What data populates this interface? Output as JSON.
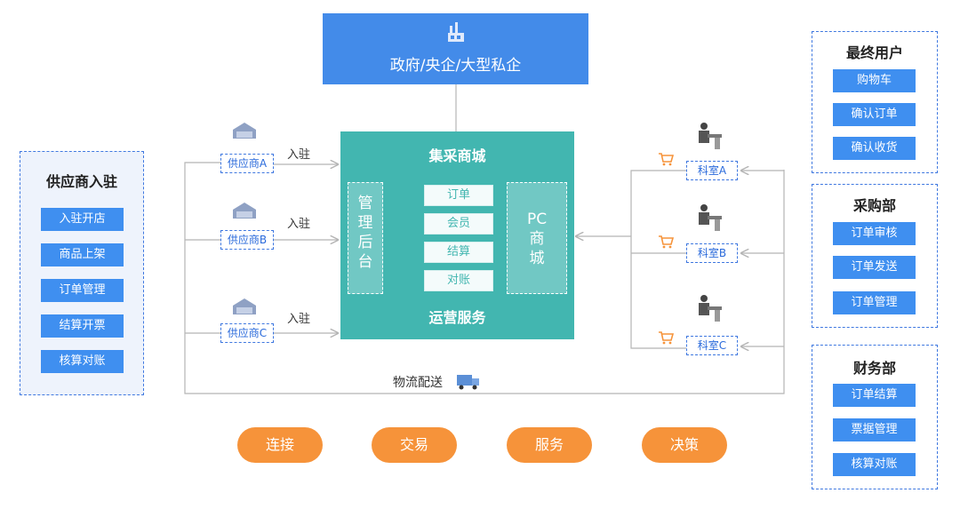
{
  "top": {
    "label": "政府/央企/大型私企",
    "icon": "factory-icon"
  },
  "mall": {
    "title": "集采商城",
    "subtitle": "运营服务",
    "left_panel": [
      "管",
      "理",
      "后",
      "台"
    ],
    "right_panel": [
      "PC",
      "商",
      "城"
    ],
    "modules": [
      "订单",
      "会员",
      "结算",
      "对账"
    ]
  },
  "supplier_panel": {
    "title": "供应商入驻",
    "items": [
      "入驻开店",
      "商品上架",
      "订单管理",
      "结算开票",
      "核算对账"
    ]
  },
  "suppliers": [
    {
      "label": "供应商A",
      "action": "入驻"
    },
    {
      "label": "供应商B",
      "action": "入驻"
    },
    {
      "label": "供应商C",
      "action": "入驻"
    }
  ],
  "departments": [
    {
      "label": "科室A"
    },
    {
      "label": "科室B"
    },
    {
      "label": "科室C"
    }
  ],
  "logistics": {
    "label": "物流配送",
    "icon": "truck-icon"
  },
  "right_panels": [
    {
      "title": "最终用户",
      "items": [
        "购物车",
        "确认订单",
        "确认收货"
      ]
    },
    {
      "title": "采购部",
      "items": [
        "订单审核",
        "订单发送",
        "订单管理"
      ]
    },
    {
      "title": "财务部",
      "items": [
        "订单结算",
        "票据管理",
        "核算对账"
      ]
    }
  ],
  "pills": [
    "连接",
    "交易",
    "服务",
    "决策"
  ],
  "colors": {
    "blue": "#438be9",
    "teal": "#42b6b0",
    "orange": "#f6933a",
    "button": "#3f8ff0"
  }
}
